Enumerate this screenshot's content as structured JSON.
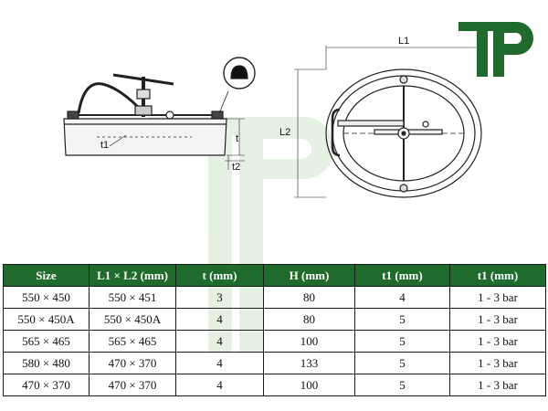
{
  "brand": {
    "logo_text": "TP",
    "accent": "#1f6b2c",
    "watermark": "#dfeedd"
  },
  "drawing": {
    "side_view": {
      "label_t": "t",
      "label_t1": "t1",
      "label_t2": "t2",
      "detail_icon": "gasket-profile-icon"
    },
    "top_view": {
      "label_L1": "L1",
      "label_L2": "L2"
    }
  },
  "table": {
    "headers": [
      "Size",
      "L1 × L2 (mm)",
      "t (mm)",
      "H (mm)",
      "t1 (mm)",
      "t1 (mm)"
    ],
    "rows": [
      [
        "550 × 450",
        "550 × 451",
        "3",
        "80",
        "4",
        "1 - 3 bar"
      ],
      [
        "550 × 450A",
        "550 × 450A",
        "4",
        "80",
        "5",
        "1 - 3 bar"
      ],
      [
        "565 × 465",
        "565 × 465",
        "4",
        "100",
        "5",
        "1 - 3 bar"
      ],
      [
        "580 × 480",
        "470 × 370",
        "4",
        "133",
        "5",
        "1 - 3 bar"
      ],
      [
        "470 × 370",
        "470 × 370",
        "4",
        "100",
        "5",
        "1 - 3 bar"
      ]
    ]
  }
}
